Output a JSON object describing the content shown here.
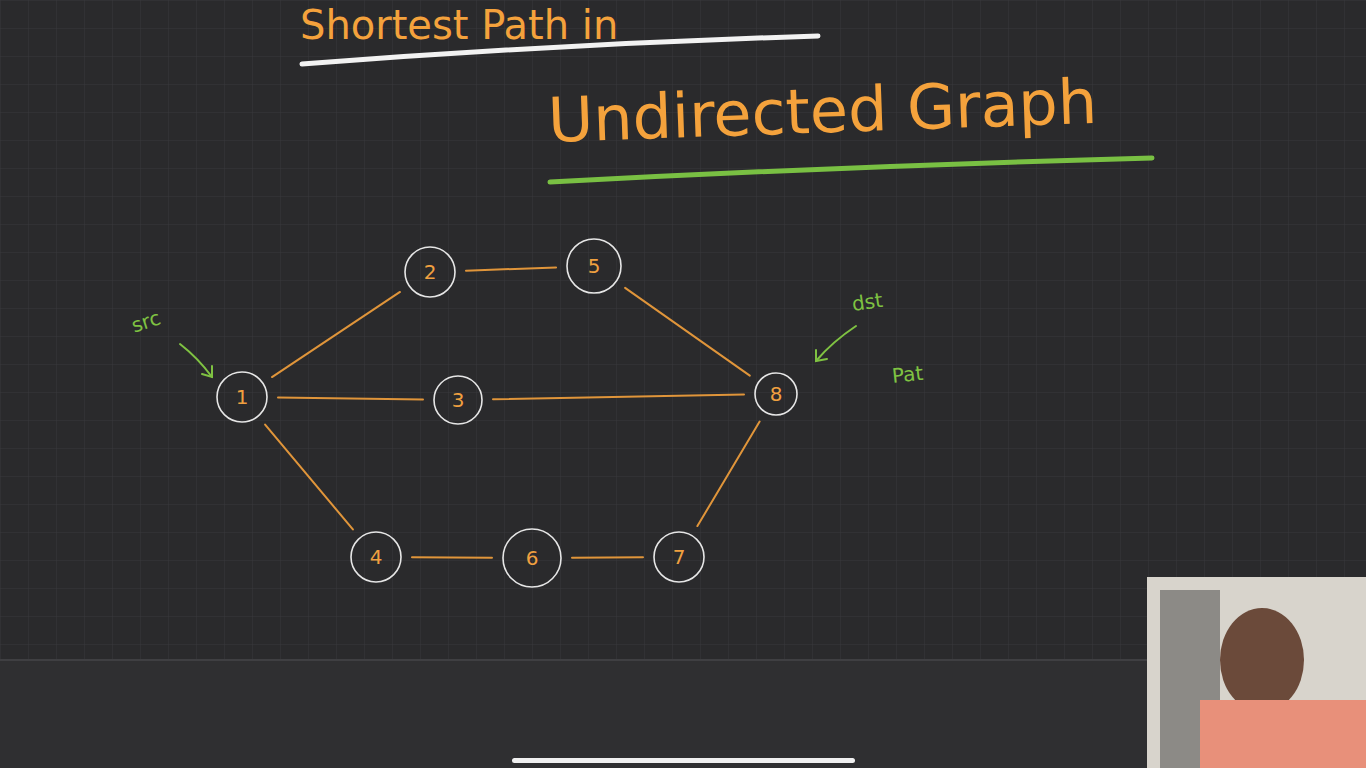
{
  "diagram": {
    "title": "Shortest Path in",
    "nodes": [
      {
        "text": [
          "2"
        ]
      },
      {
        "text": [
          "5"
        ]
      },
      {
        "text": [
          "1"
        ]
      },
      {
        "text": [
          "3"
        ]
      },
      {
        "text": [
          "8"
        ]
      },
      {
        "text": [
          "4"
        ]
      },
      {
        "text": [
          "6"
        ]
      },
      {
        "text": [
          "7"
        ]
      }
    ],
    "edges": [
      {
        "from": 2,
        "to": 0,
        "arrow": "none"
      },
      {
        "from": 0,
        "to": 1,
        "arrow": "none"
      },
      {
        "from": 1,
        "to": 4,
        "arrow": "none"
      },
      {
        "from": 2,
        "to": 3,
        "arrow": "none"
      },
      {
        "from": 3,
        "to": 4,
        "arrow": "none"
      },
      {
        "from": 2,
        "to": 5,
        "arrow": "none"
      },
      {
        "from": 5,
        "to": 6,
        "arrow": "none"
      },
      {
        "from": 6,
        "to": 7,
        "arrow": "none"
      },
      {
        "from": 7,
        "to": 4,
        "arrow": "none"
      }
    ],
    "labels": [
      "Undirected Graph",
      "src",
      "dst",
      "Pat"
    ]
  }
}
